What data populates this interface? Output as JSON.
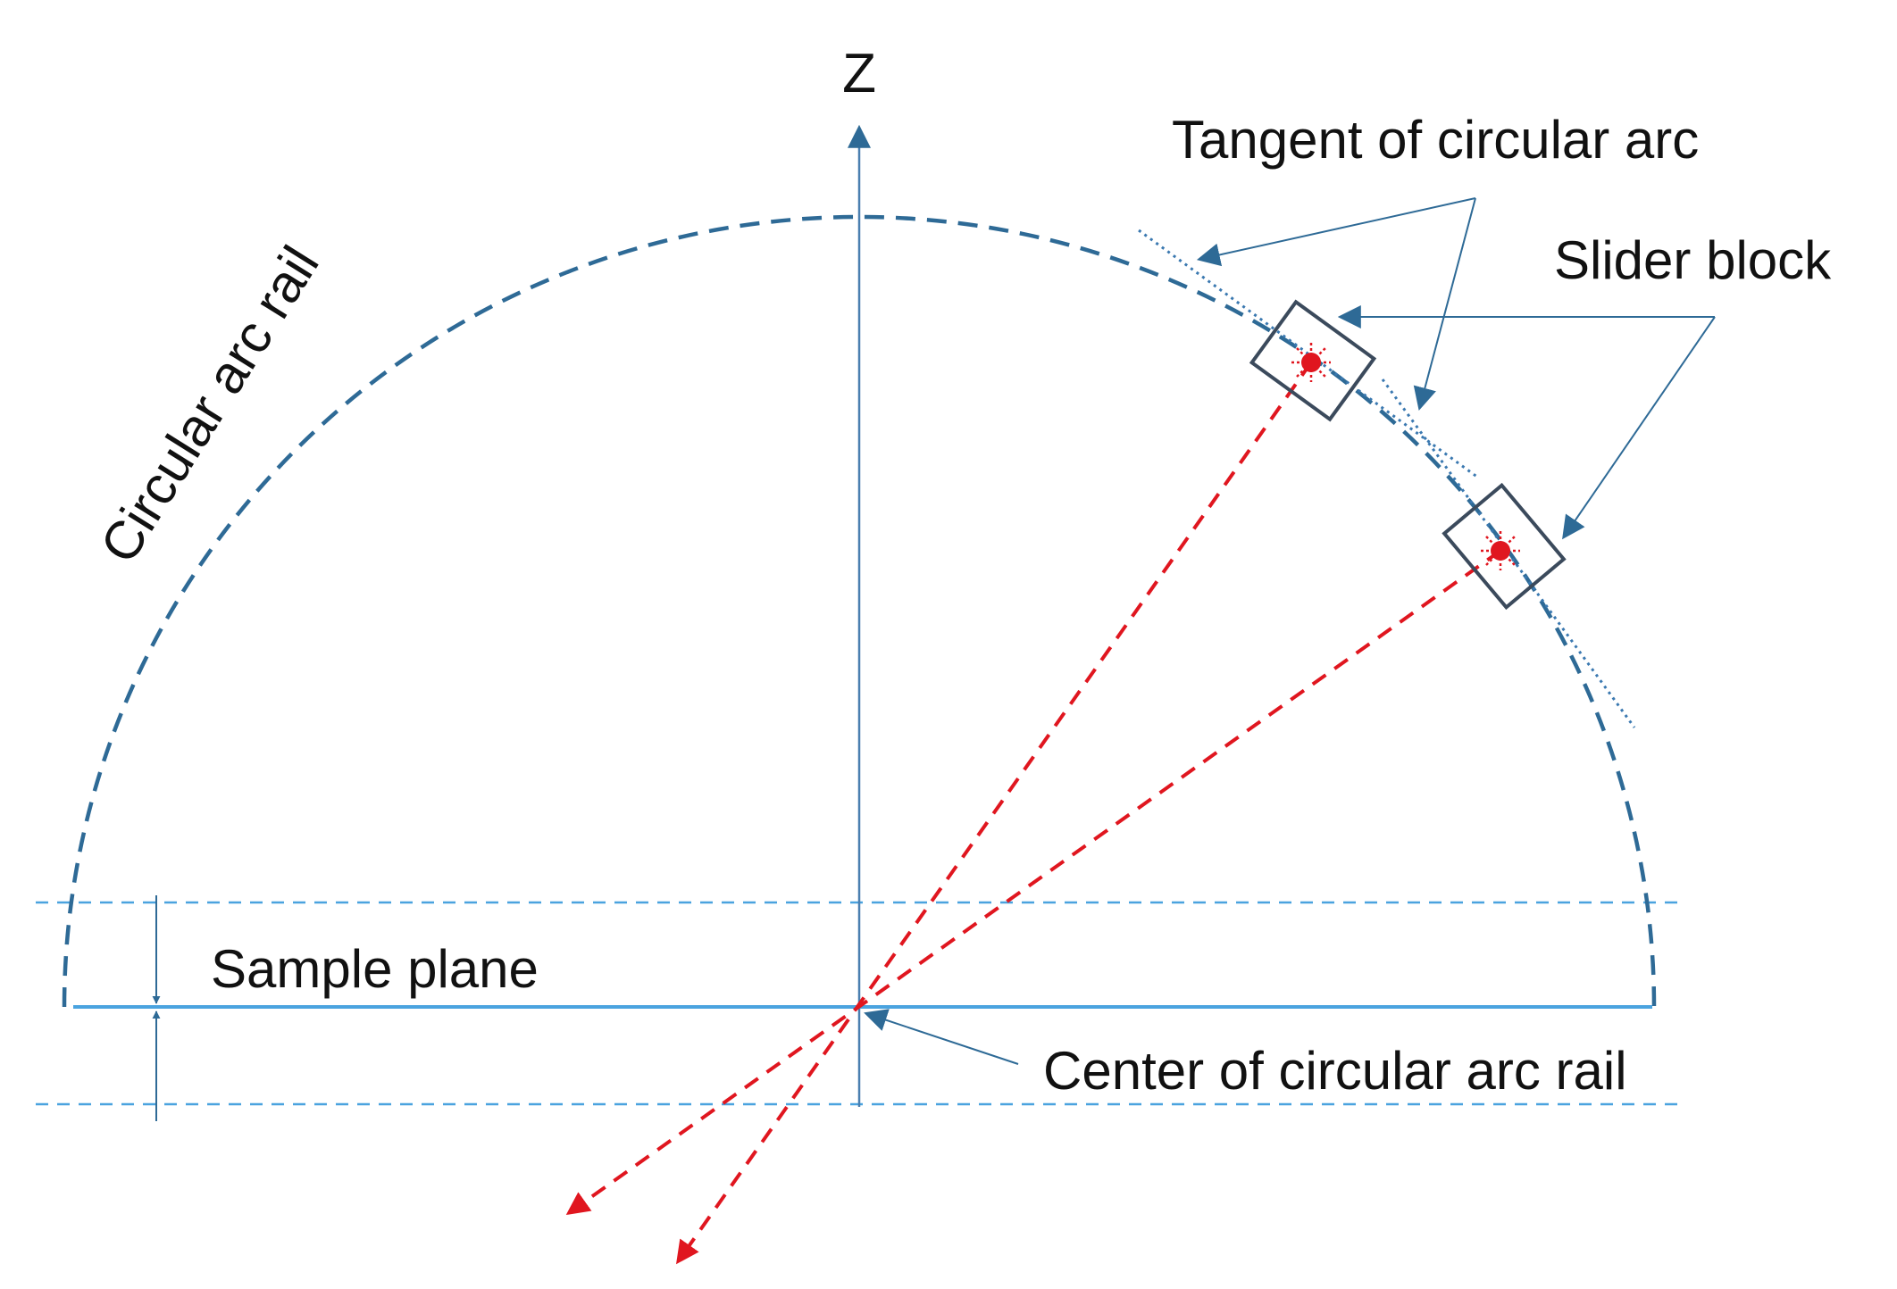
{
  "labels": {
    "z_axis": "Z",
    "tangent": "Tangent of circular arc",
    "slider": "Slider block",
    "rail": "Circular arc rail",
    "sample_plane": "Sample plane",
    "center": "Center of circular arc rail"
  },
  "colors": {
    "rail": "#2e6a96",
    "axis": "#4a7fb0",
    "plane": "#4aa3df",
    "guide": "#4aa3df",
    "beam": "#e0161f",
    "slider_box": "#3b4a5c",
    "tangent": "#3a78b0",
    "arrow": "#2e6a96",
    "text": "#111111"
  },
  "icons": [
    "laser-source-icon",
    "arrowhead-icon"
  ]
}
